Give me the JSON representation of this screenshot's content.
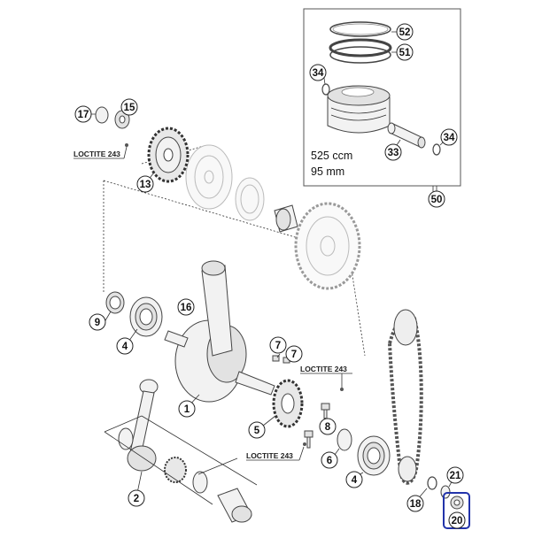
{
  "parts": {
    "p1": "1",
    "p2": "2",
    "p4a": "4",
    "p4b": "4",
    "p5": "5",
    "p6": "6",
    "p7a": "7",
    "p7b": "7",
    "p8": "8",
    "p9": "9",
    "p13": "13",
    "p15": "15",
    "p16": "16",
    "p17": "17",
    "p18": "18",
    "p20": "20",
    "p21": "21",
    "p33": "33",
    "p34a": "34",
    "p34b": "34",
    "p50": "50",
    "p51": "51",
    "p52": "52"
  },
  "loctite": {
    "top": "LOCTITE 243",
    "right": "LOCTITE 243",
    "bottom": "LOCTITE 243"
  },
  "piston_spec": {
    "displacement": "525 ccm",
    "bore": "95 mm"
  },
  "colors": {
    "highlight_border": "#2233aa",
    "callout_border": "#222222"
  }
}
